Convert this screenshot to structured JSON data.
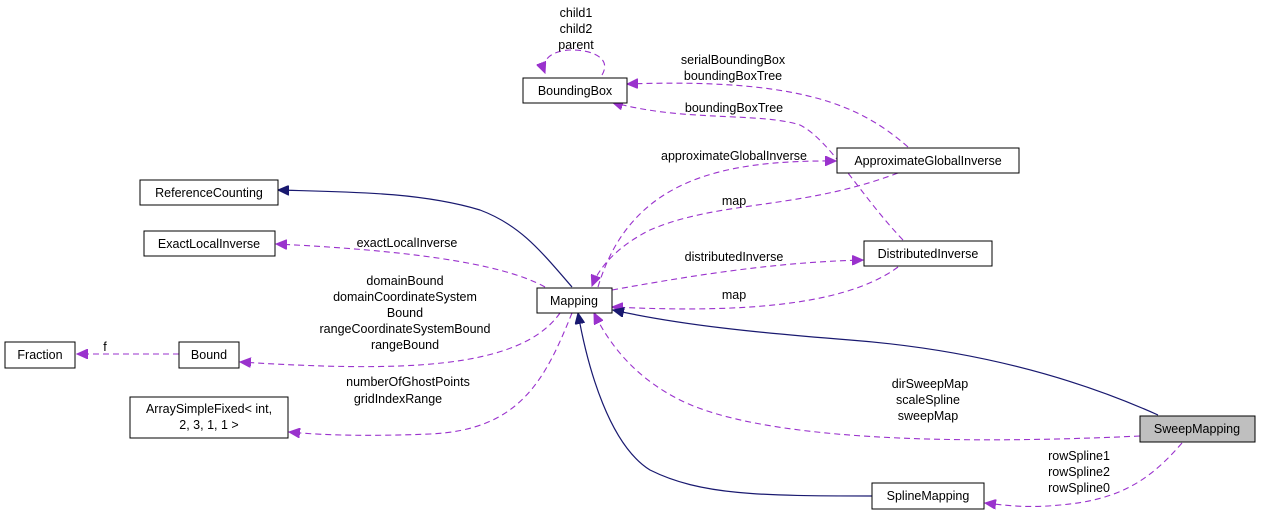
{
  "nodes": {
    "bounding_box": "BoundingBox",
    "approximate_global_inverse": "ApproximateGlobalInverse",
    "reference_counting": "ReferenceCounting",
    "exact_local_inverse": "ExactLocalInverse",
    "distributed_inverse": "DistributedInverse",
    "mapping": "Mapping",
    "fraction": "Fraction",
    "bound": "Bound",
    "array_simple_fixed_line1": "ArraySimpleFixed< int,",
    "array_simple_fixed_line2": "2, 3, 1, 1 >",
    "sweep_mapping": "SweepMapping",
    "spline_mapping": "SplineMapping"
  },
  "edge_labels": {
    "bbox_self": [
      "child1",
      "child2",
      "parent"
    ],
    "agi_to_bbox": [
      "serialBoundingBox",
      "boundingBoxTree"
    ],
    "di_to_bbox": [
      "boundingBoxTree"
    ],
    "mapping_to_agi": [
      "approximateGlobalInverse"
    ],
    "agi_to_mapping": [
      "map"
    ],
    "mapping_to_eli": [
      "exactLocalInverse"
    ],
    "mapping_to_di": [
      "distributedInverse"
    ],
    "di_to_mapping": [
      "map"
    ],
    "mapping_to_bound": [
      "domainBound",
      "domainCoordinateSystem",
      "Bound",
      "rangeCoordinateSystemBound",
      "rangeBound"
    ],
    "bound_to_fraction": [
      "f"
    ],
    "mapping_to_array": [
      "numberOfGhostPoints",
      "gridIndexRange"
    ],
    "sweep_to_mapping": [
      "dirSweepMap",
      "scaleSpline",
      "sweepMap"
    ],
    "sweep_to_spline": [
      "rowSpline1",
      "rowSpline2",
      "rowSpline0"
    ]
  },
  "colors": {
    "inheritance_edge": "#191970",
    "usage_edge": "#9a32cd",
    "focus_node_fill": "#bfbfbf"
  }
}
